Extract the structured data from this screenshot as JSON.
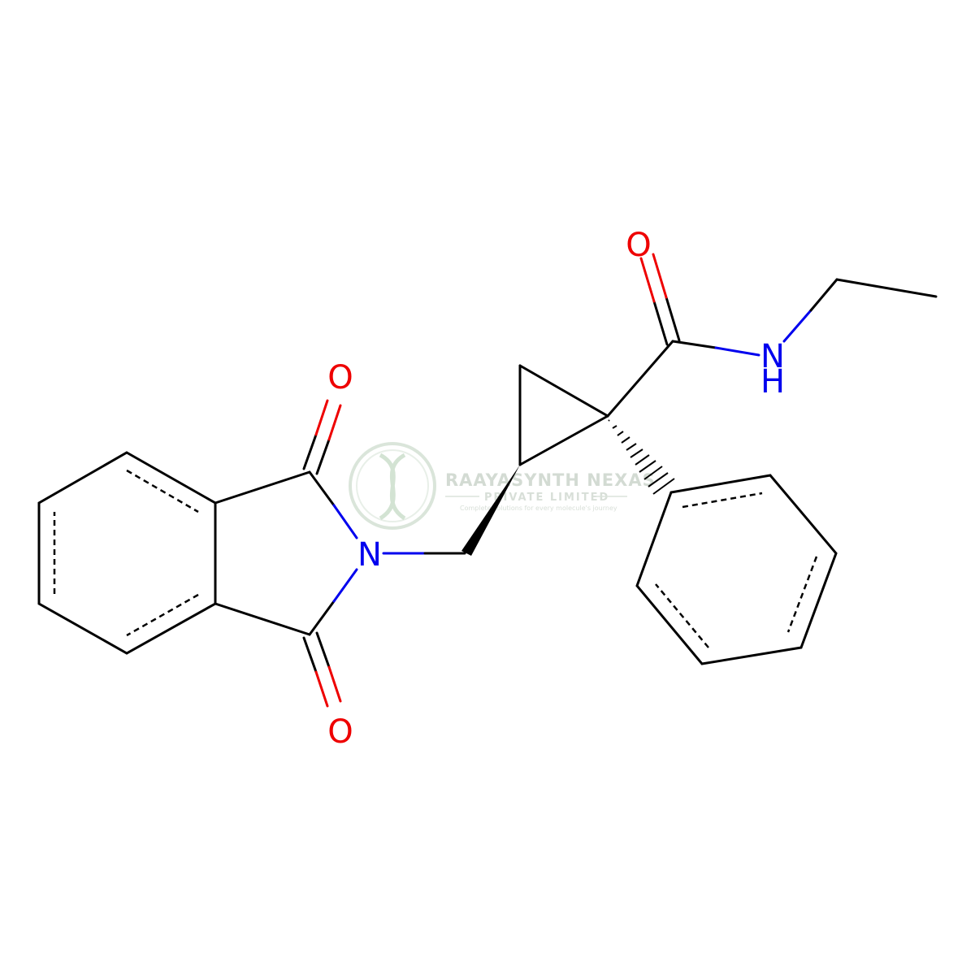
{
  "atoms": {
    "o_amide": "O",
    "n_amide": "N",
    "h_amide": "H",
    "o_imide_top": "O",
    "o_imide_bottom": "O",
    "n_imide": "N"
  },
  "watermark": {
    "company": "RAAYASYNTH NEXAS",
    "subtitle": "PRIVATE LIMITED",
    "tagline": "Complete solutions for every molecule's journey"
  },
  "colors": {
    "carbon_bond": "#000000",
    "nitrogen": "#0000ee",
    "oxygen": "#ee0000",
    "watermark": "#cfd8cf"
  }
}
